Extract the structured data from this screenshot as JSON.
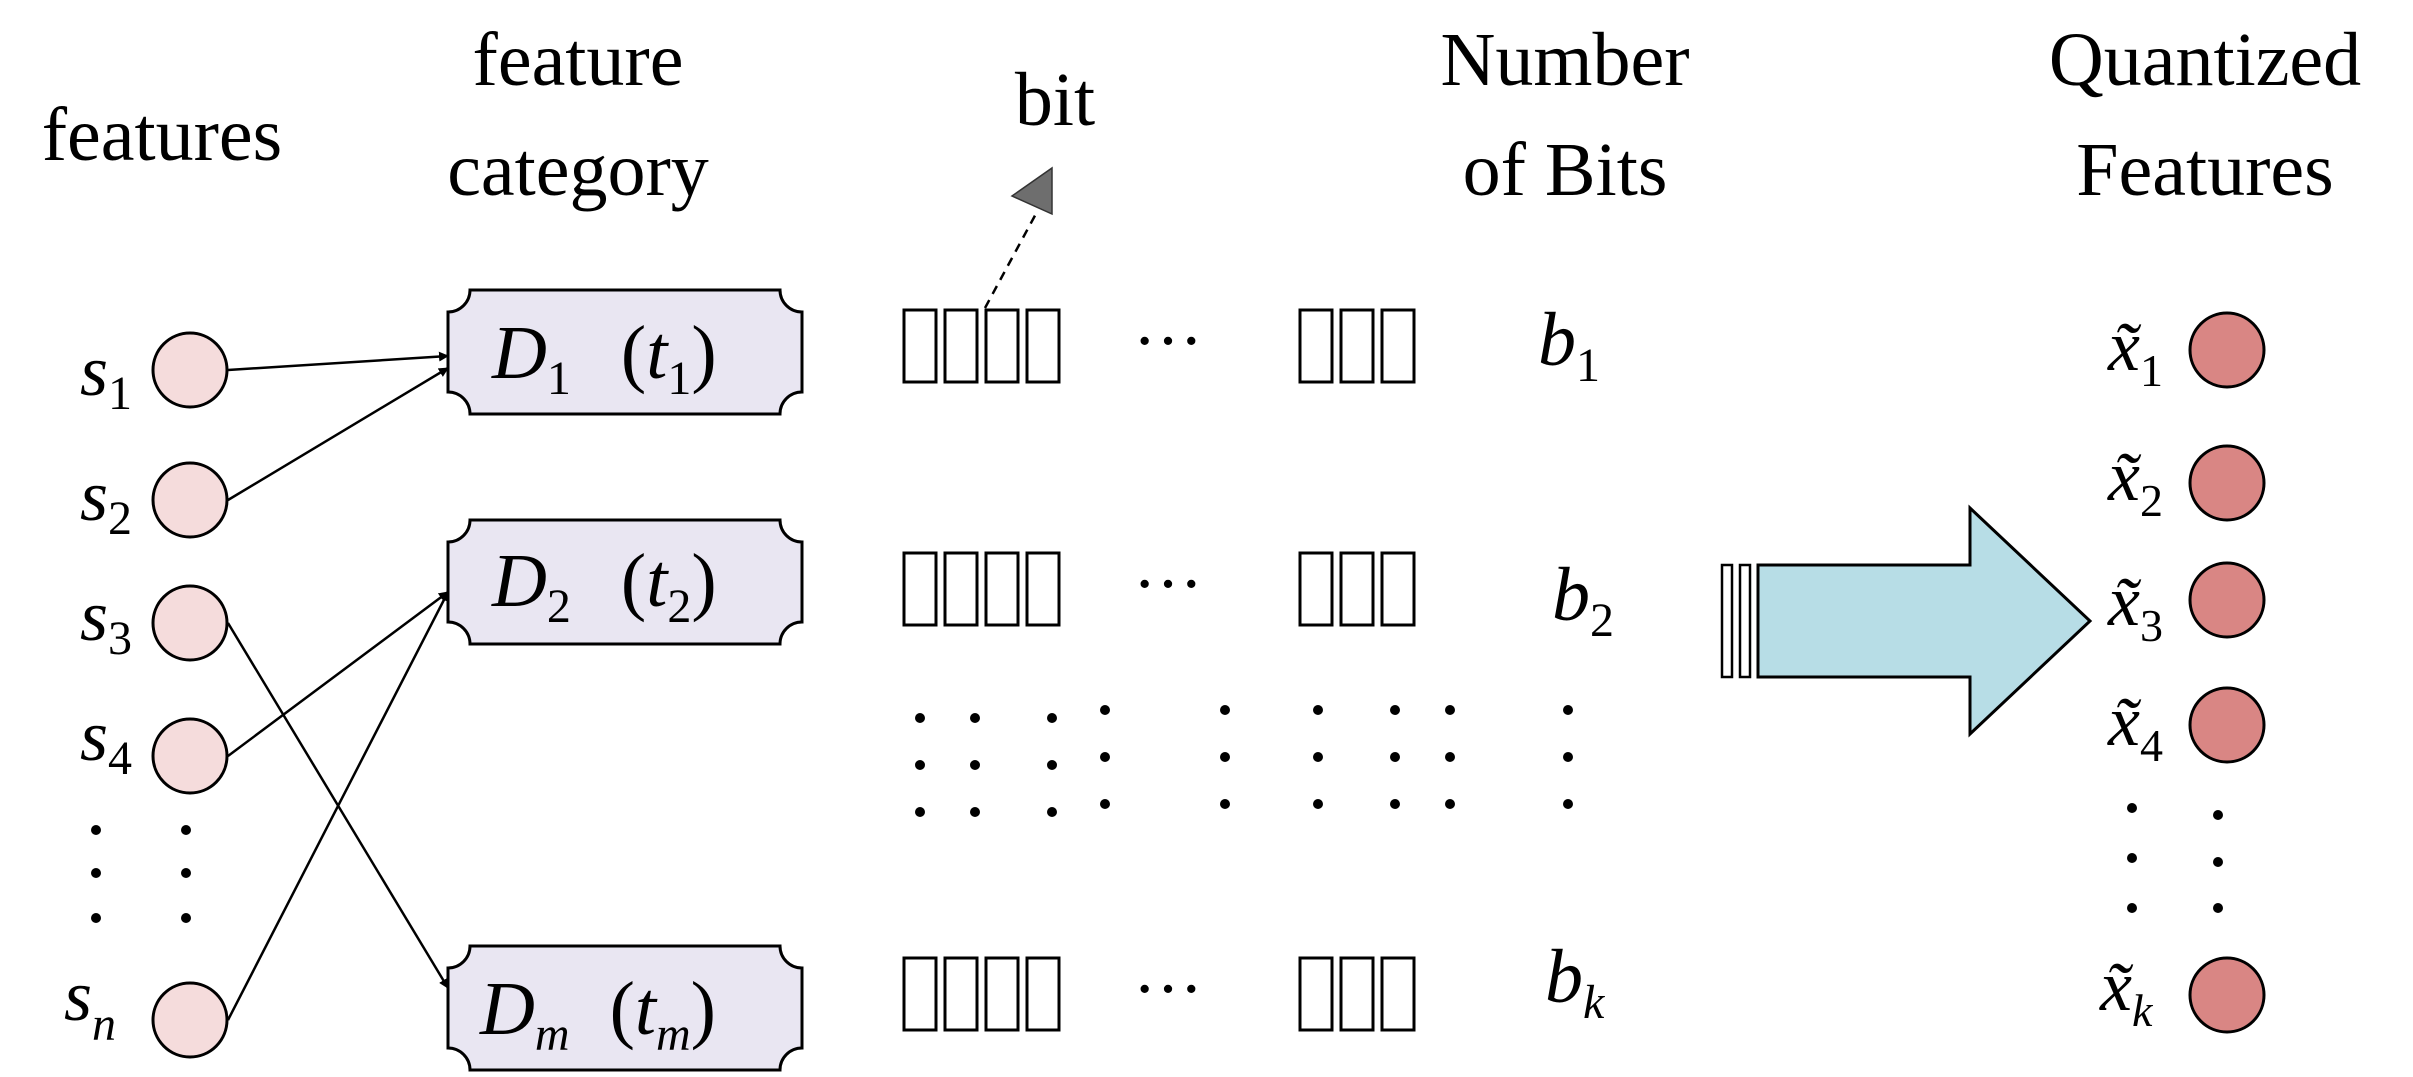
{
  "headers": {
    "features": "features",
    "feature_category_line1": "feature",
    "feature_category_line2": "category",
    "bit": "bit",
    "number_of_bits_line1": "Number",
    "number_of_bits_line2": "of Bits",
    "quantized_line1": "Quantized",
    "quantized_line2": "Features"
  },
  "features": [
    {
      "sym": "s",
      "sub": "1"
    },
    {
      "sym": "s",
      "sub": "2"
    },
    {
      "sym": "s",
      "sub": "3"
    },
    {
      "sym": "s",
      "sub": "4"
    },
    {
      "sym": "s",
      "sub": "n"
    }
  ],
  "categories": [
    {
      "sym": "D",
      "sub": "1",
      "tsym": "t",
      "tsub": "1"
    },
    {
      "sym": "D",
      "sub": "2",
      "tsym": "t",
      "tsub": "2"
    },
    {
      "sym": "D",
      "sub": "m",
      "tsym": "t",
      "tsub": "m"
    }
  ],
  "bit_counts": [
    {
      "sym": "b",
      "sub": "1"
    },
    {
      "sym": "b",
      "sub": "2"
    },
    {
      "sym": "b",
      "sub": "k"
    }
  ],
  "quantized": [
    {
      "sym": "x̃",
      "sub": "1"
    },
    {
      "sym": "x̃",
      "sub": "2"
    },
    {
      "sym": "x̃",
      "sub": "3"
    },
    {
      "sym": "x̃",
      "sub": "4"
    },
    {
      "sym": "x̃",
      "sub": "k"
    }
  ],
  "colors": {
    "feature_node": "#f5dcdc",
    "quantized_node": "#d98684",
    "category_box": "#e9e6f2",
    "arrow_fill": "#b7dde6",
    "bit_arrow": "#6e6e6e"
  }
}
